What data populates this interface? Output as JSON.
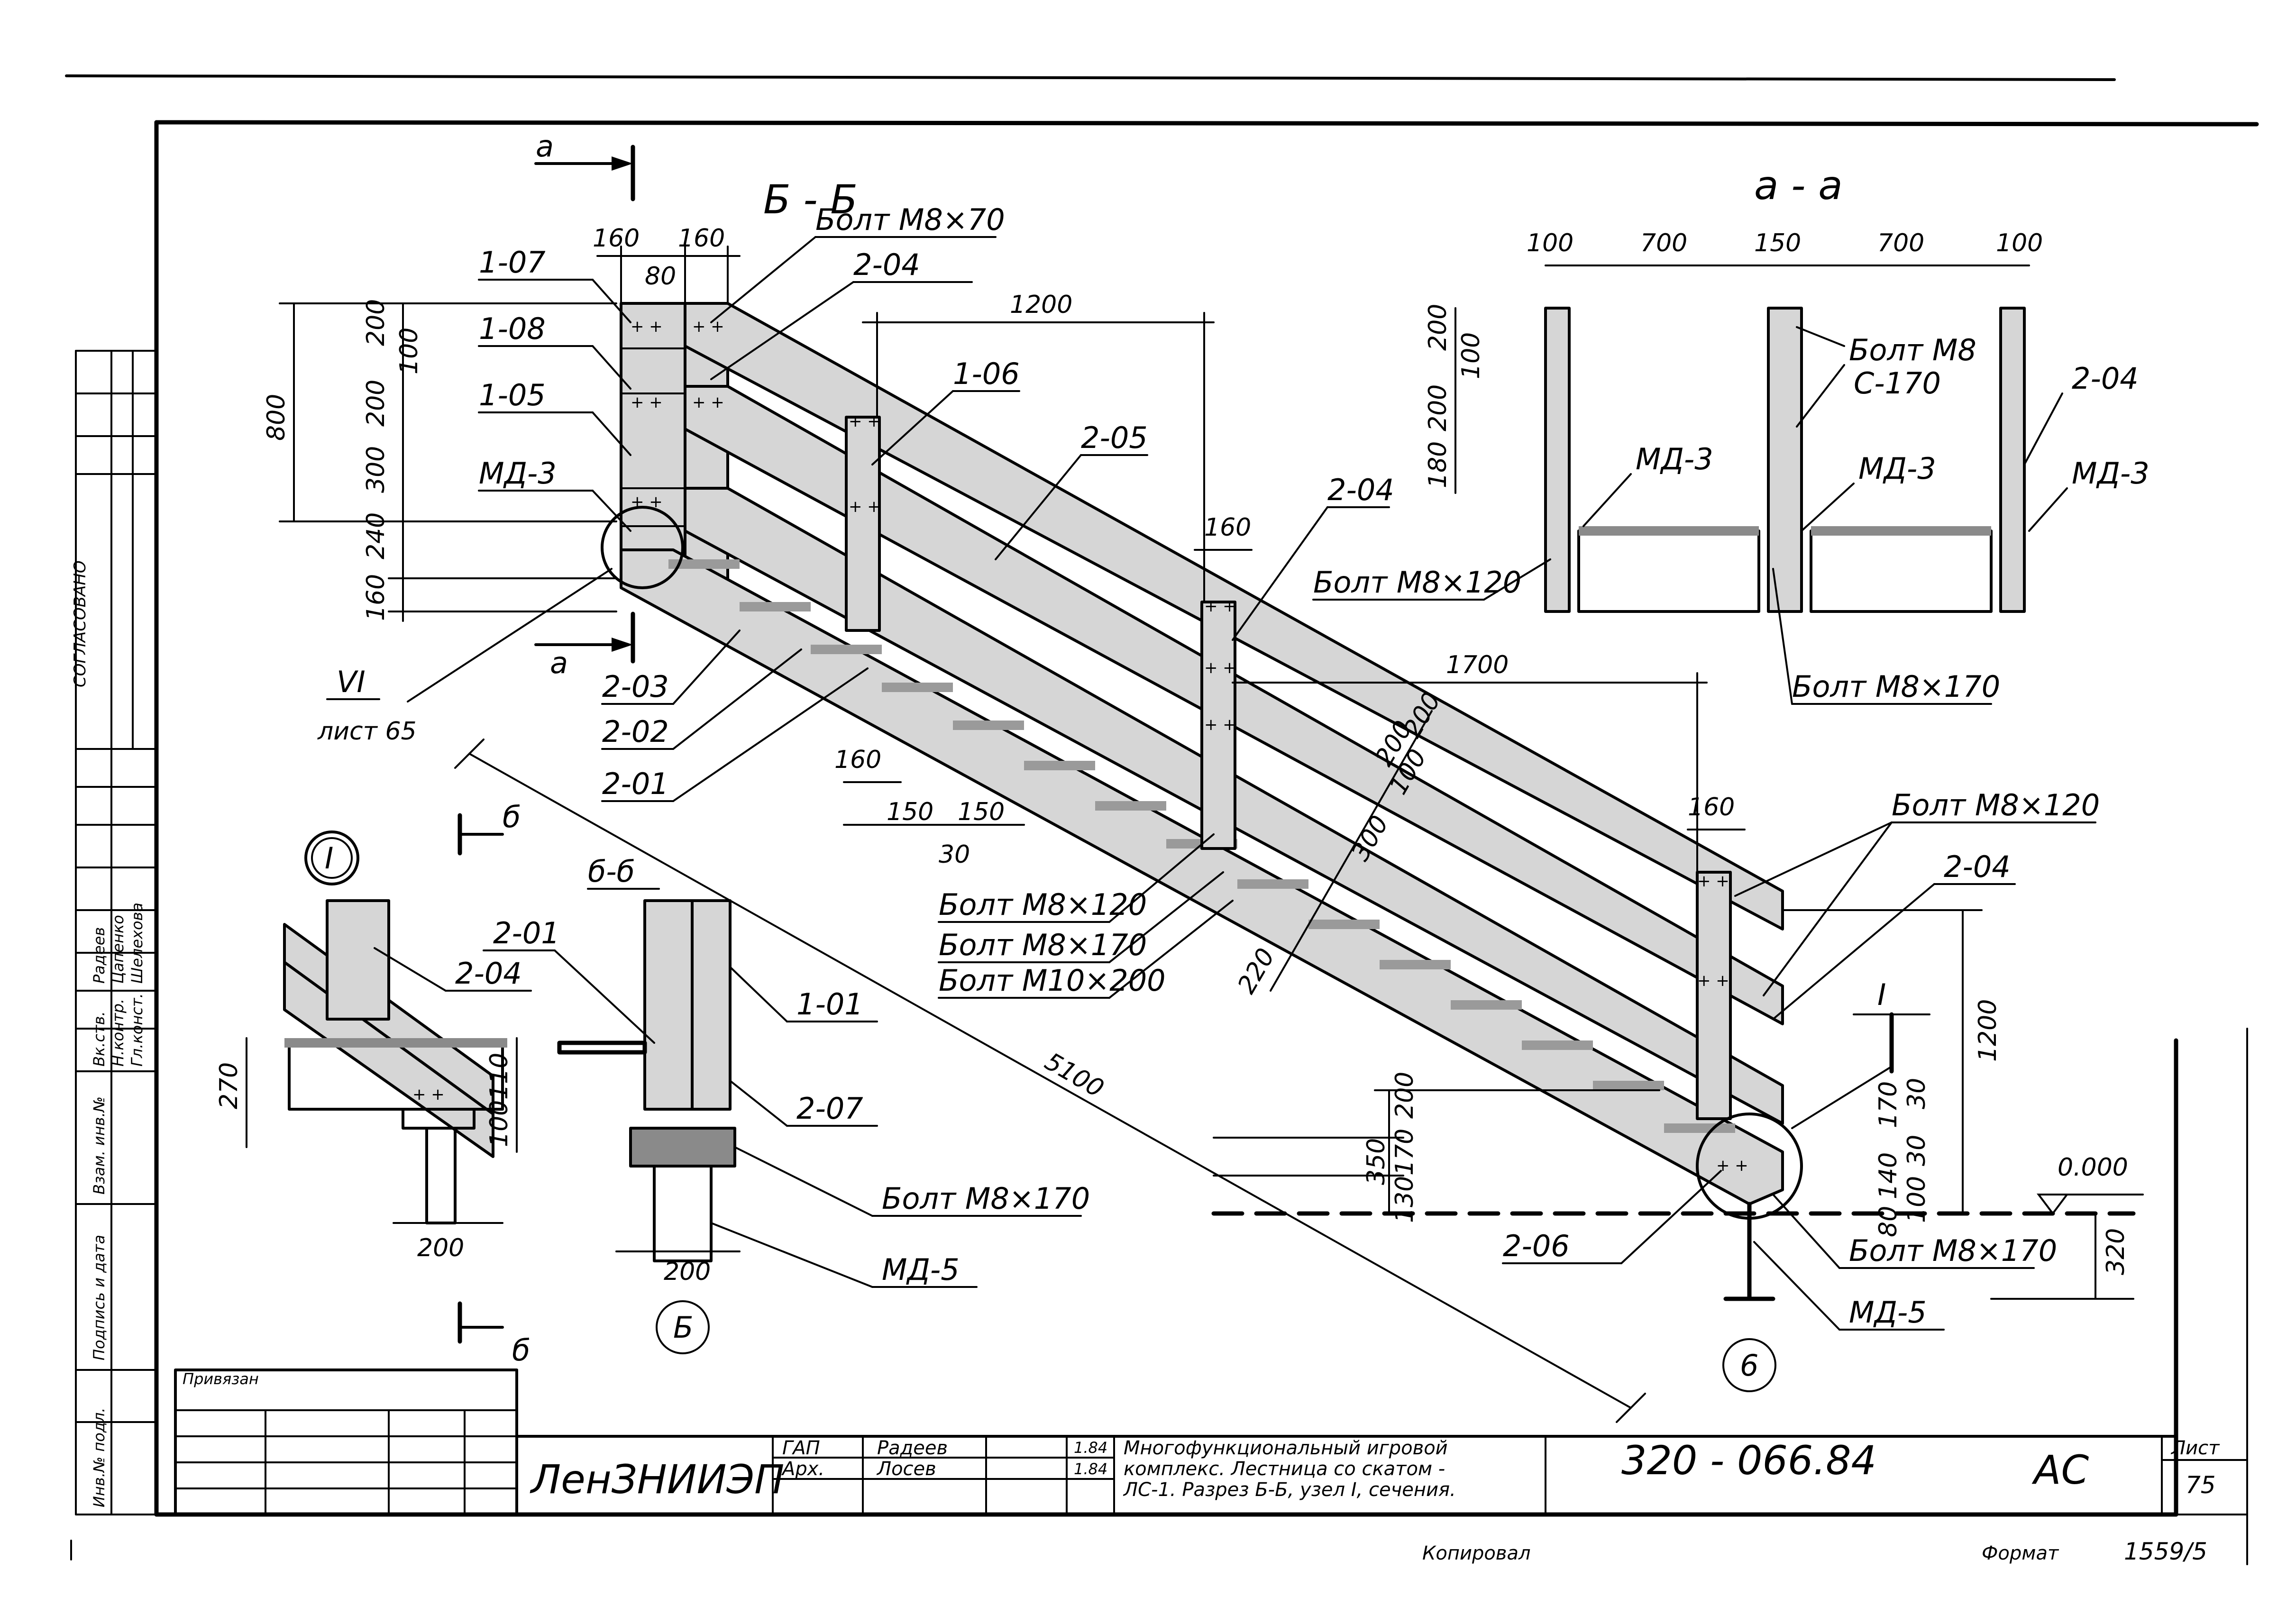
{
  "sheet": {
    "organization": "ЛенЗНИИЭП",
    "document_code": "320 - 066.84",
    "stage": "АС",
    "sheet_label": "Лист",
    "sheet_number": "75",
    "title_lines": [
      "Многофункциональный игровой",
      "комплекс. Лестница со скатом -",
      "ЛС-1. Разрез Б-Б, узел I, сечения."
    ],
    "roles": [
      {
        "role": "ГАП",
        "name": "Радеев",
        "date": "1.84"
      },
      {
        "role": "Арх.",
        "name": "Лосев",
        "date": "1.84"
      }
    ],
    "bound_label": "Привязан",
    "copied_label": "Копировал",
    "format_label": "Формат",
    "handwritten_number": "1559/5",
    "approved_label": "СОГЛАСОВАНО",
    "side_stamp": [
      "Инв.№ подл.",
      "Подпись и дата",
      "Взам. инв.№"
    ],
    "signature_block": [
      {
        "role": "Вк.ств.",
        "name": "Радеев"
      },
      {
        "role": "Н.контр.",
        "name": "Цапенко"
      },
      {
        "role": "Гл.конст.",
        "name": "Шелехова"
      }
    ]
  },
  "section_bb": {
    "title": "Б - Б",
    "cut_marker": "а",
    "members": [
      "1-07",
      "1-08",
      "1-05",
      "МД-3",
      "1-06",
      "2-05",
      "2-04",
      "2-04",
      "2-03",
      "2-02",
      "2-01",
      "2-06",
      "2-04"
    ],
    "bolts": [
      "Болт М8×70",
      "Болт М8×120",
      "Болт М8×170",
      "Болт М10×200",
      "Болт М8×120",
      "Болт М8×170"
    ],
    "node_ref": "VI",
    "node_sheet": "лист 65",
    "node_label": "I",
    "axis_label": "б",
    "level": "0.000",
    "dims": {
      "top_160a": "160",
      "top_160b": "160",
      "top_80": "80",
      "h_800": "800",
      "h_200": "200",
      "h_100": "100",
      "h_200b": "200",
      "h_300": "300",
      "h_240": "240",
      "h_160": "160",
      "span_1200": "1200",
      "post_160": "160",
      "span_1700": "1700",
      "rail_200a": "200",
      "rail_200b": "200",
      "rail_300": "300",
      "rail_100": "100",
      "rail_220": "220",
      "step_160": "160",
      "step_150a": "150",
      "step_150b": "150",
      "step_30": "30",
      "length_5100": "5100",
      "post_160b": "160",
      "h_1200": "1200",
      "b_200": "200",
      "b_170": "170",
      "b_350": "350",
      "b_130": "130",
      "r_30a": "30",
      "r_170": "170",
      "r_30b": "30",
      "r_140": "140",
      "r_100": "100",
      "r_80": "80",
      "depth_320": "320"
    },
    "foot_axis": "6"
  },
  "section_aa": {
    "title": "а - а",
    "dims_top": [
      "100",
      "700",
      "150",
      "700",
      "100"
    ],
    "dims_left": [
      "200",
      "100",
      "200",
      "180"
    ],
    "labels": [
      "Болт М8",
      "С-170",
      "2-04",
      "МД-3",
      "МД-3",
      "МД-3"
    ],
    "bolts": [
      "Болт М8×120",
      "Болт М8×170"
    ]
  },
  "node_I": {
    "label": "I",
    "member": "2-04",
    "dims": [
      "270",
      "110",
      "100",
      "200"
    ]
  },
  "section_bbsmall": {
    "title": "б-б",
    "members": [
      "2-01",
      "1-01",
      "2-07"
    ],
    "bolt": "Болт М8×170",
    "anchor": "МД-5",
    "dim": "200",
    "axis": "Б"
  }
}
